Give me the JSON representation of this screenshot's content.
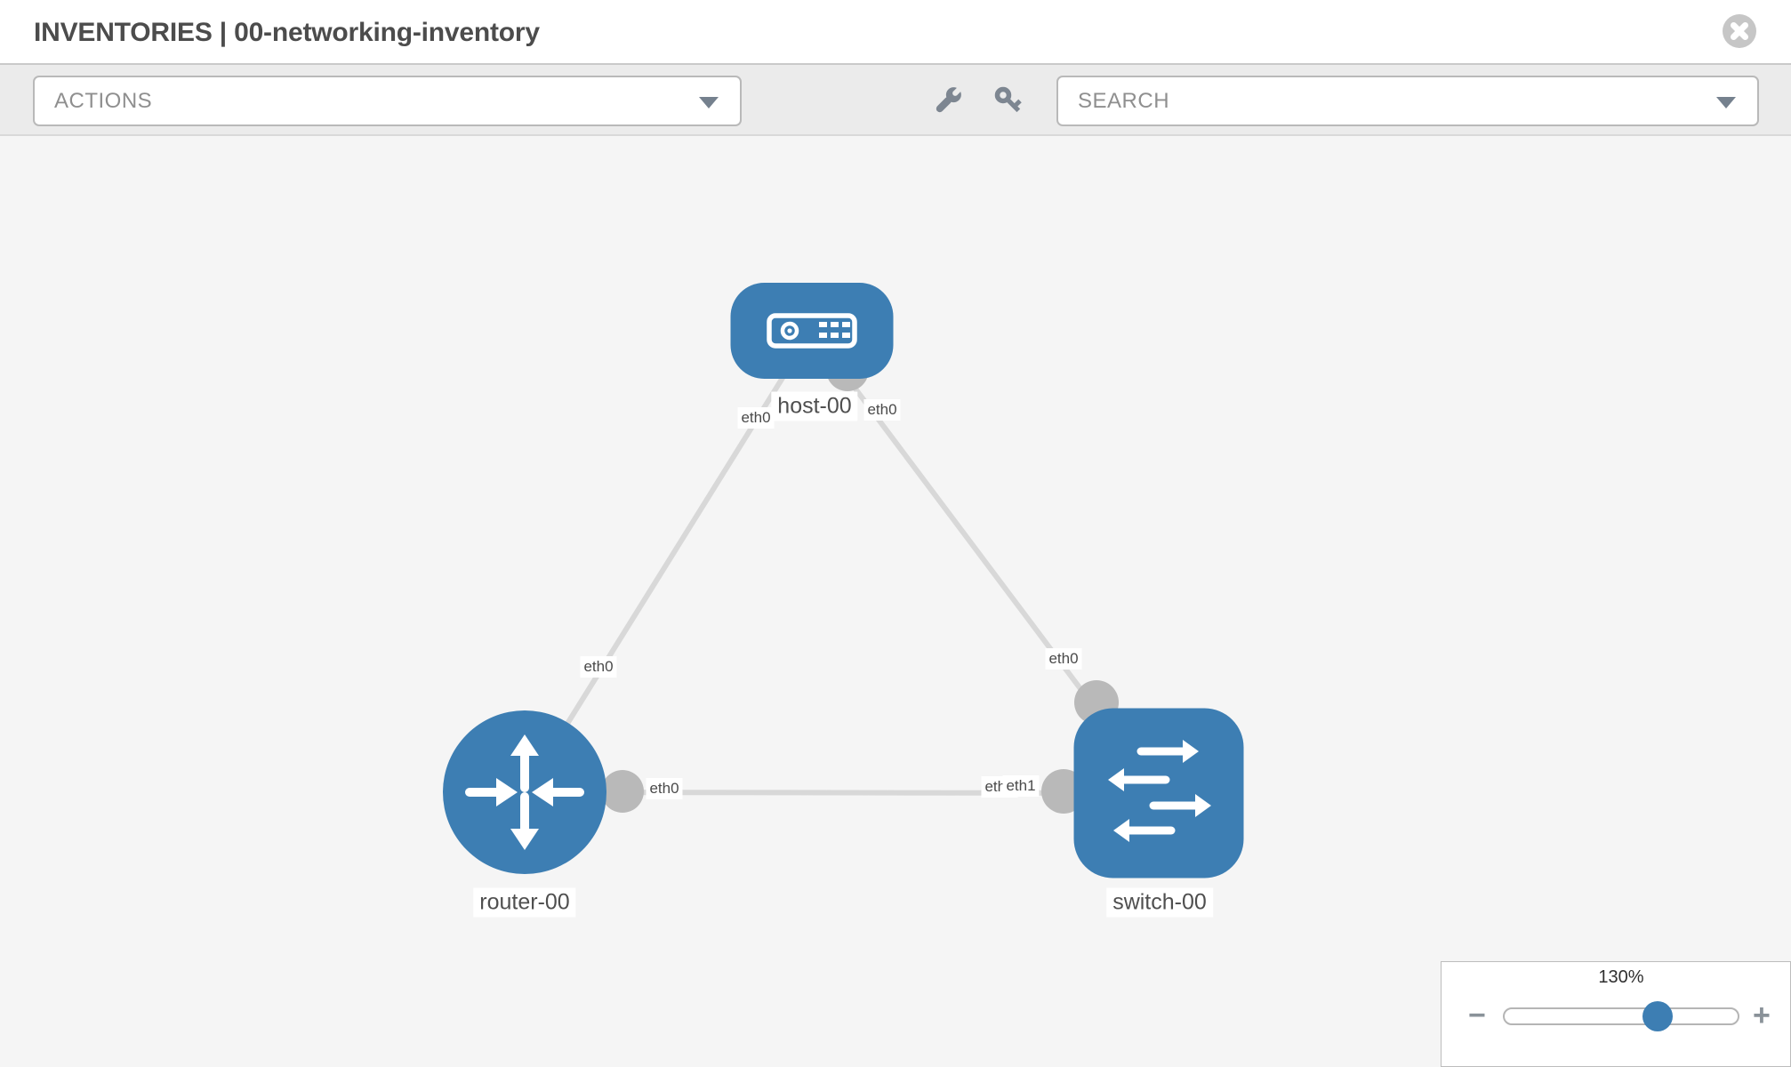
{
  "header": {
    "title": "INVENTORIES | 00-networking-inventory"
  },
  "toolbar": {
    "actions_label": "ACTIONS",
    "search_label": "SEARCH",
    "icons": {
      "close": "x-circle",
      "configure": "wrench",
      "credentials": "key",
      "dropdown": "chevron-down"
    }
  },
  "topology": {
    "nodes": [
      {
        "id": "host-00",
        "label": "host-00",
        "type": "host",
        "shape": "rounded-rect"
      },
      {
        "id": "router-00",
        "label": "router-00",
        "type": "router",
        "shape": "circle"
      },
      {
        "id": "switch-00",
        "label": "switch-00",
        "type": "switch",
        "shape": "rounded-square"
      }
    ],
    "links": [
      {
        "source": "host-00",
        "source_interface": "eth0",
        "target": "router-00",
        "target_interface": "eth0"
      },
      {
        "source": "host-00",
        "source_interface": "eth0",
        "target": "switch-00",
        "target_interface": "eth0"
      },
      {
        "source": "router-00",
        "source_interface": "eth0",
        "target": "switch-00",
        "target_interface": "eth1"
      }
    ],
    "iface_labels": [
      {
        "text": "eth0",
        "node": "host-00",
        "link": "host-00/router-00"
      },
      {
        "text": "eth0",
        "node": "router-00",
        "link": "host-00/router-00"
      },
      {
        "text": "eth0",
        "node": "host-00",
        "link": "host-00/switch-00"
      },
      {
        "text": "eth0",
        "node": "switch-00",
        "link": "host-00/switch-00"
      },
      {
        "text": "eth0",
        "node": "router-00",
        "link": "router-00/switch-00"
      },
      {
        "text": "eth0",
        "node": "switch-00",
        "link": "router-00/switch-00"
      },
      {
        "text": "eth1",
        "node": "switch-00",
        "link": "router-00/switch-00"
      }
    ]
  },
  "zoom_control": {
    "level": "130%",
    "minus_label": "−",
    "plus_label": "+"
  },
  "colors": {
    "node_blue": "#3d7eb3",
    "link_gray": "#d8d8d8",
    "connector_gray": "#b9b9b9",
    "icon_gray": "#7d8691",
    "close_gray": "#c6c6c6"
  }
}
